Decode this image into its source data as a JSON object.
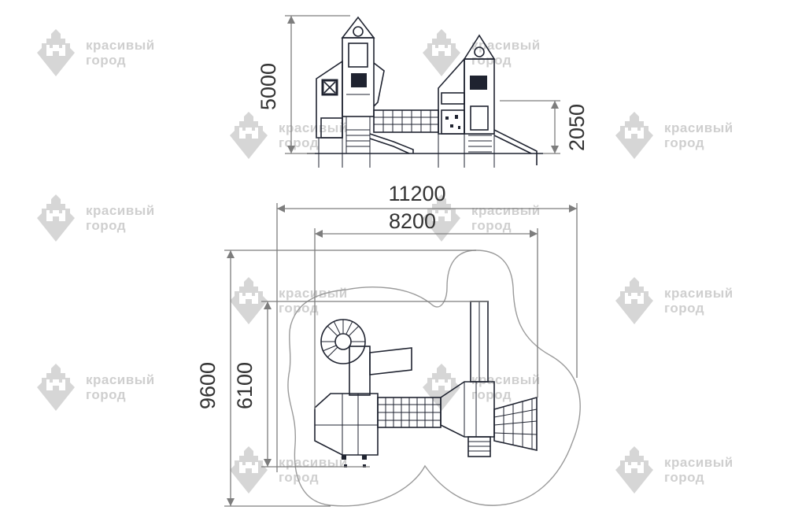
{
  "colors": {
    "ink": "#1f2330",
    "dimension": "#7d7d7d",
    "watermark": "#cfcfcf",
    "zone": "#9a9a9a"
  },
  "watermark": {
    "logo_icon": "castle-shield-icon",
    "line1": "красивый",
    "line2": "город"
  },
  "dimensions": {
    "height_total": "5000",
    "height_platform": "2050",
    "width_total": "11200",
    "width_equipment": "8200",
    "depth_total": "9600",
    "depth_equipment": "6100"
  }
}
